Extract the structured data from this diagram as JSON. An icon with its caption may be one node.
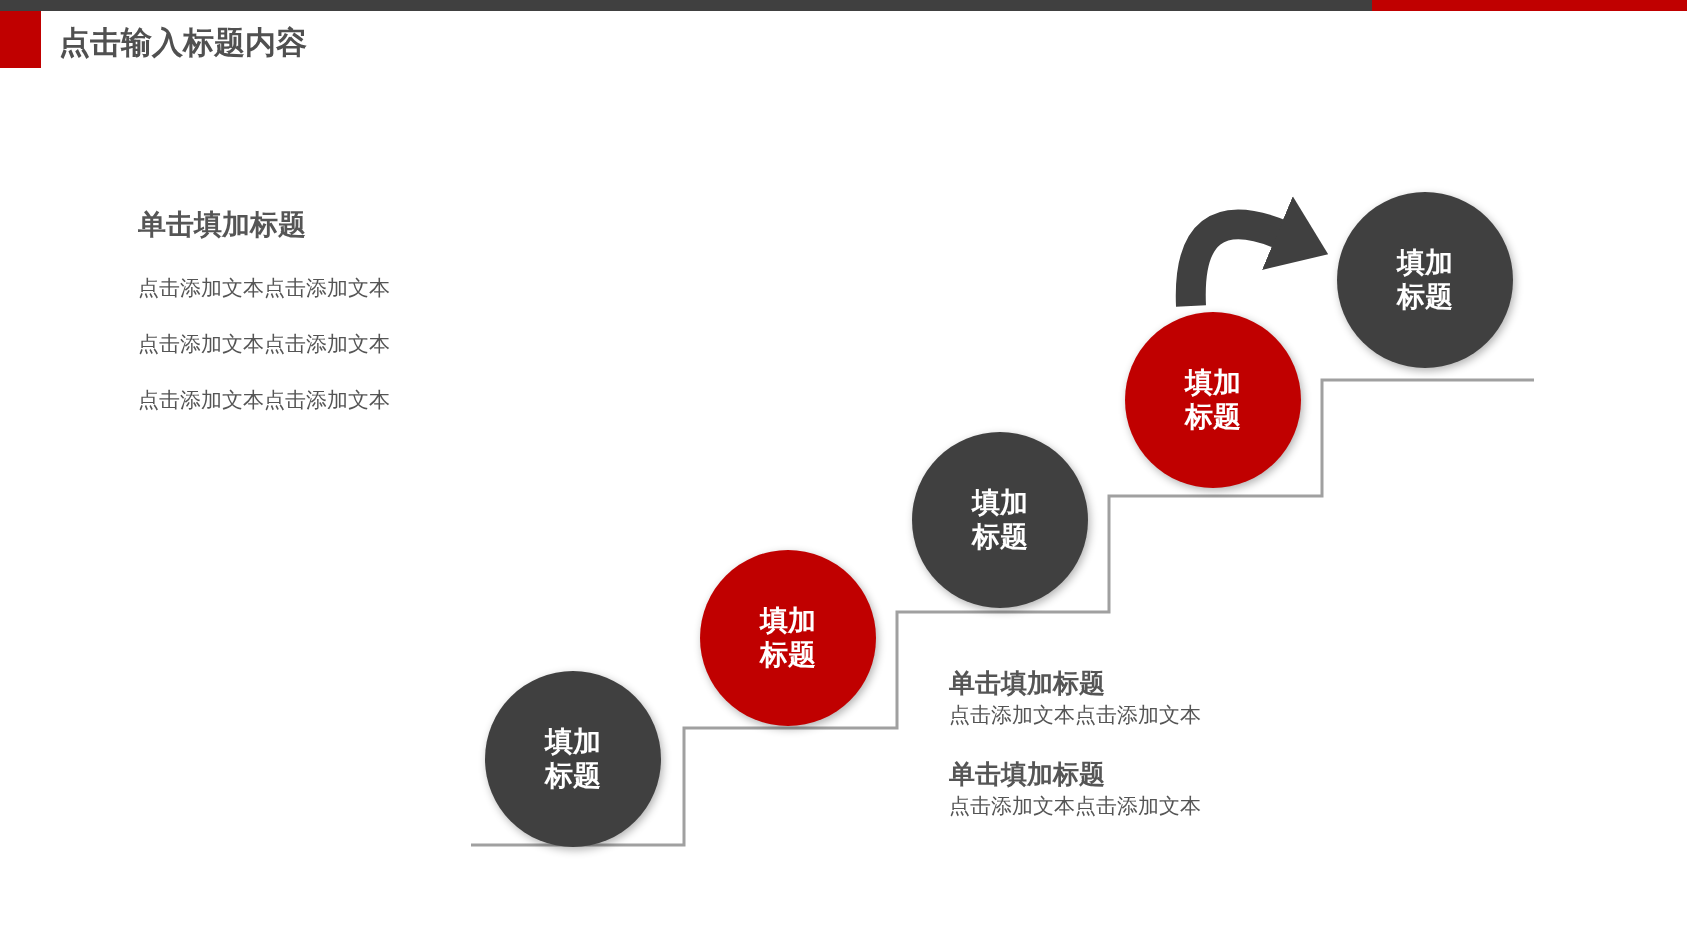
{
  "diagram": {
    "title": "点击输入标题内容",
    "nodes": [
      {
        "text": [
          "填加标题"
        ]
      },
      {
        "text": [
          "填加标题"
        ]
      },
      {
        "text": [
          "填加标题"
        ]
      },
      {
        "text": [
          "填加标题"
        ]
      },
      {
        "text": [
          "填加标题"
        ]
      }
    ],
    "edges": [
      {
        "from": 3,
        "to": 4,
        "arrow": "to"
      }
    ],
    "labels": [
      "单击填加标题",
      "点击添加文本点击添加文本",
      "点击添加文本点击添加文本",
      "点击添加文本点击添加文本",
      "单击填加标题",
      "点击添加文本点击添加文本",
      "单击填加标题",
      "点击添加文本点击添加文本"
    ]
  }
}
